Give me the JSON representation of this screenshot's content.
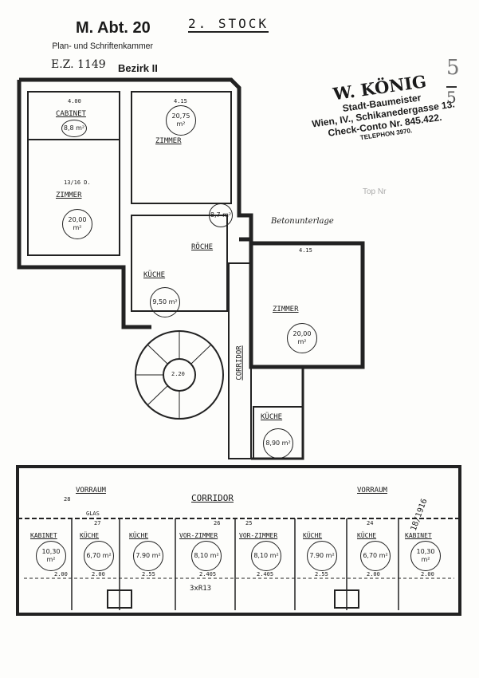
{
  "header": {
    "dept_stamp": "M. Abt. 20",
    "dept_sub": "Plan- und Schriftenkammer",
    "ez_label": "E.Z. 1149",
    "bezirk": "Bezirk II",
    "floor_title": "2. STOCK"
  },
  "architect_stamp": {
    "name": "W. KÖNIG",
    "title": "Stadt-Baumeister",
    "address": "Wien, IV., Schikanedergasse 13.",
    "account": "Check-Conto Nr. 845.422.",
    "phone": "TELEPHON 3970."
  },
  "page_number": {
    "top": "5",
    "bottom": "5"
  },
  "note": "Betonunterlage",
  "faint_note": "Top Nr",
  "rooms_upper": [
    {
      "name": "CABINET",
      "area": "8,8 m²"
    },
    {
      "name": "ZIMMER",
      "area": "20,00 m²"
    },
    {
      "name": "ZIMMER",
      "area": "20,75 m²"
    },
    {
      "name": "",
      "area": "8,7 m²"
    },
    {
      "name": "KÜCHE",
      "area": "9,50 m²"
    },
    {
      "name": "RÖCHE",
      "area": ""
    },
    {
      "name": "ZIMMER",
      "area": "20,00 m²"
    },
    {
      "name": "CORRIDOR",
      "area": ""
    },
    {
      "name": "KÜCHE",
      "area": "8,90 m²"
    }
  ],
  "rooms_lower": [
    {
      "name": "KABINET",
      "area": "10,30 m²",
      "width": "2.00"
    },
    {
      "name": "KÜCHE",
      "area": "6,70 m²",
      "width": "2.00"
    },
    {
      "name": "KÜCHE",
      "area": "7.90 m²",
      "width": "2.55"
    },
    {
      "name": "VOR-ZIMMER",
      "area": "8,10 m²",
      "width": "2.405"
    },
    {
      "name": "VOR-ZIMMER",
      "area": "8,10 m²",
      "width": "2.405"
    },
    {
      "name": "KÜCHE",
      "area": "7.90 m²",
      "width": "2.55"
    },
    {
      "name": "KÜCHE",
      "area": "6,70 m²",
      "width": "2.00"
    },
    {
      "name": "KABINET",
      "area": "10,30 m²",
      "width": "2.00"
    }
  ],
  "lower_labels": {
    "corridor": "CORRIDOR",
    "vorraum_left": "VORRAUM",
    "vorraum_right": "VORRAUM",
    "glas": "GLAS",
    "units": [
      "28",
      "27",
      "26",
      "25",
      "24"
    ],
    "chimney": "3xR13",
    "marginal": "18/1916"
  },
  "dimensions": {
    "cabinet_w": "4.00",
    "zimmer_w": "4.15",
    "right_zimmer_w": "4.15",
    "door": "13/16 D.",
    "stair_w": "2.20"
  }
}
